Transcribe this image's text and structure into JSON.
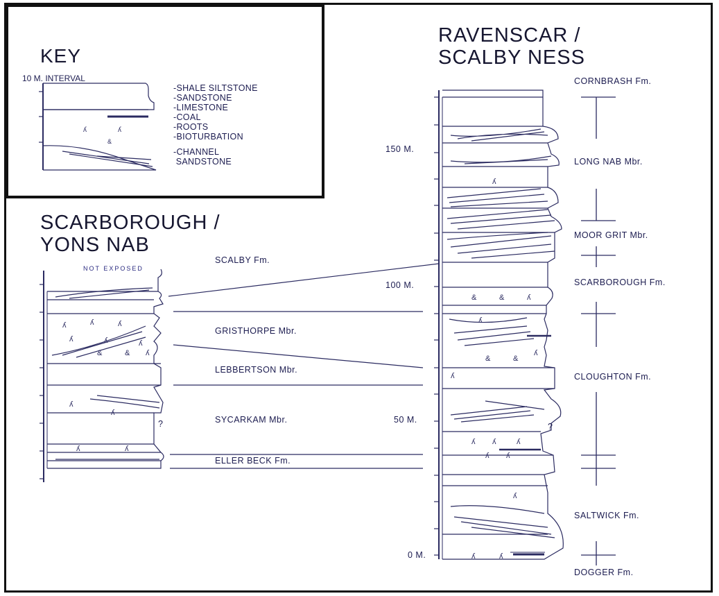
{
  "key": {
    "title": "KEY",
    "interval_label": "10 M. INTERVAL",
    "items": [
      "-SHALE SILTSTONE",
      "-SANDSTONE",
      "-LIMESTONE",
      "-COAL",
      "-ROOTS",
      "-BIOTURBATION",
      "-CHANNEL",
      " SANDSTONE"
    ]
  },
  "ravenscar": {
    "title_line1": "RAVENSCAR /",
    "title_line2": "SCALBY NESS",
    "scale": [
      "150 M.",
      "100 M.",
      "50 M.",
      "0 M."
    ],
    "units": [
      "CORNBRASH Fm.",
      "LONG NAB Mbr.",
      "MOOR GRIT Mbr.",
      "SCARBOROUGH Fm.",
      "CLOUGHTON Fm.",
      "SALTWICK Fm.",
      "DOGGER Fm."
    ],
    "question_mark": "?"
  },
  "scarborough": {
    "title_line1": "SCARBOROUGH /",
    "title_line2": "YONS NAB",
    "not_exposed": "NOT EXPOSED",
    "question_mark": "?",
    "units": [
      "SCALBY Fm.",
      "GRISTHORPE Mbr.",
      "LEBBERTSON Mbr.",
      "SYCARKAM Mbr.",
      "ELLER BECK Fm."
    ]
  }
}
